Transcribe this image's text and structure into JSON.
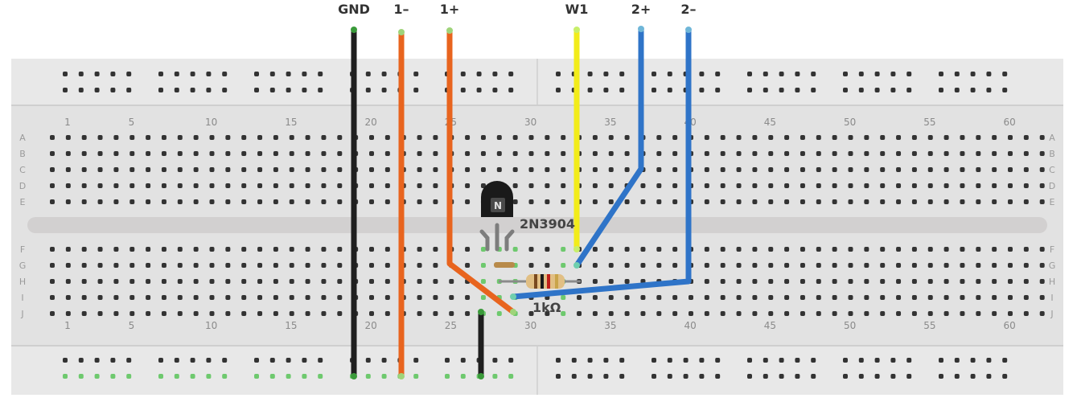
{
  "wire_labels": [
    {
      "id": "gnd",
      "text": "GND"
    },
    {
      "id": "one_minus",
      "text": "1–"
    },
    {
      "id": "one_plus",
      "text": "1+"
    },
    {
      "id": "w1",
      "text": "W1"
    },
    {
      "id": "two_plus",
      "text": "2+"
    },
    {
      "id": "two_minus",
      "text": "2–"
    }
  ],
  "column_numbers": [
    "1",
    "5",
    "10",
    "15",
    "20",
    "25",
    "30",
    "35",
    "40",
    "45",
    "50",
    "55",
    "60"
  ],
  "row_letters_top": [
    "A",
    "B",
    "C",
    "D",
    "E"
  ],
  "row_letters_bottom": [
    "F",
    "G",
    "H",
    "I",
    "J"
  ],
  "components": {
    "transistor": {
      "part": "2N3904",
      "icon": "npn-transistor-icon"
    },
    "resistor": {
      "value": "1kΩ",
      "icon": "resistor-icon"
    }
  },
  "colors": {
    "board": "#e4e4e4",
    "hole": "#333333",
    "hole_connected": "#6ec96e",
    "wire_black": "#222222",
    "wire_orange": "#e8641e",
    "wire_yellow": "#f2ec1a",
    "wire_blue": "#2f74c8"
  }
}
